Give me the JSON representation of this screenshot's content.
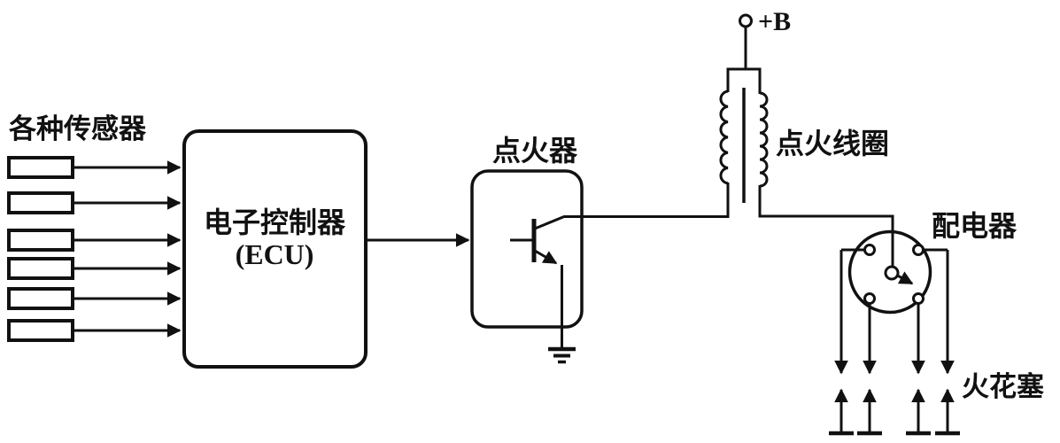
{
  "colors": {
    "line": "#111111",
    "background": "#ffffff"
  },
  "labels": {
    "sensors": "各种传感器",
    "ecu_line1": "电子控制器",
    "ecu_line2": "(ECU)",
    "igniter": "点火器",
    "ignition_coil": "点火线圈",
    "battery": "+B",
    "distributor": "配电器",
    "spark_plugs": "火花塞"
  },
  "components": {
    "sensor_input_count": 6,
    "spark_plug_count": 4
  }
}
